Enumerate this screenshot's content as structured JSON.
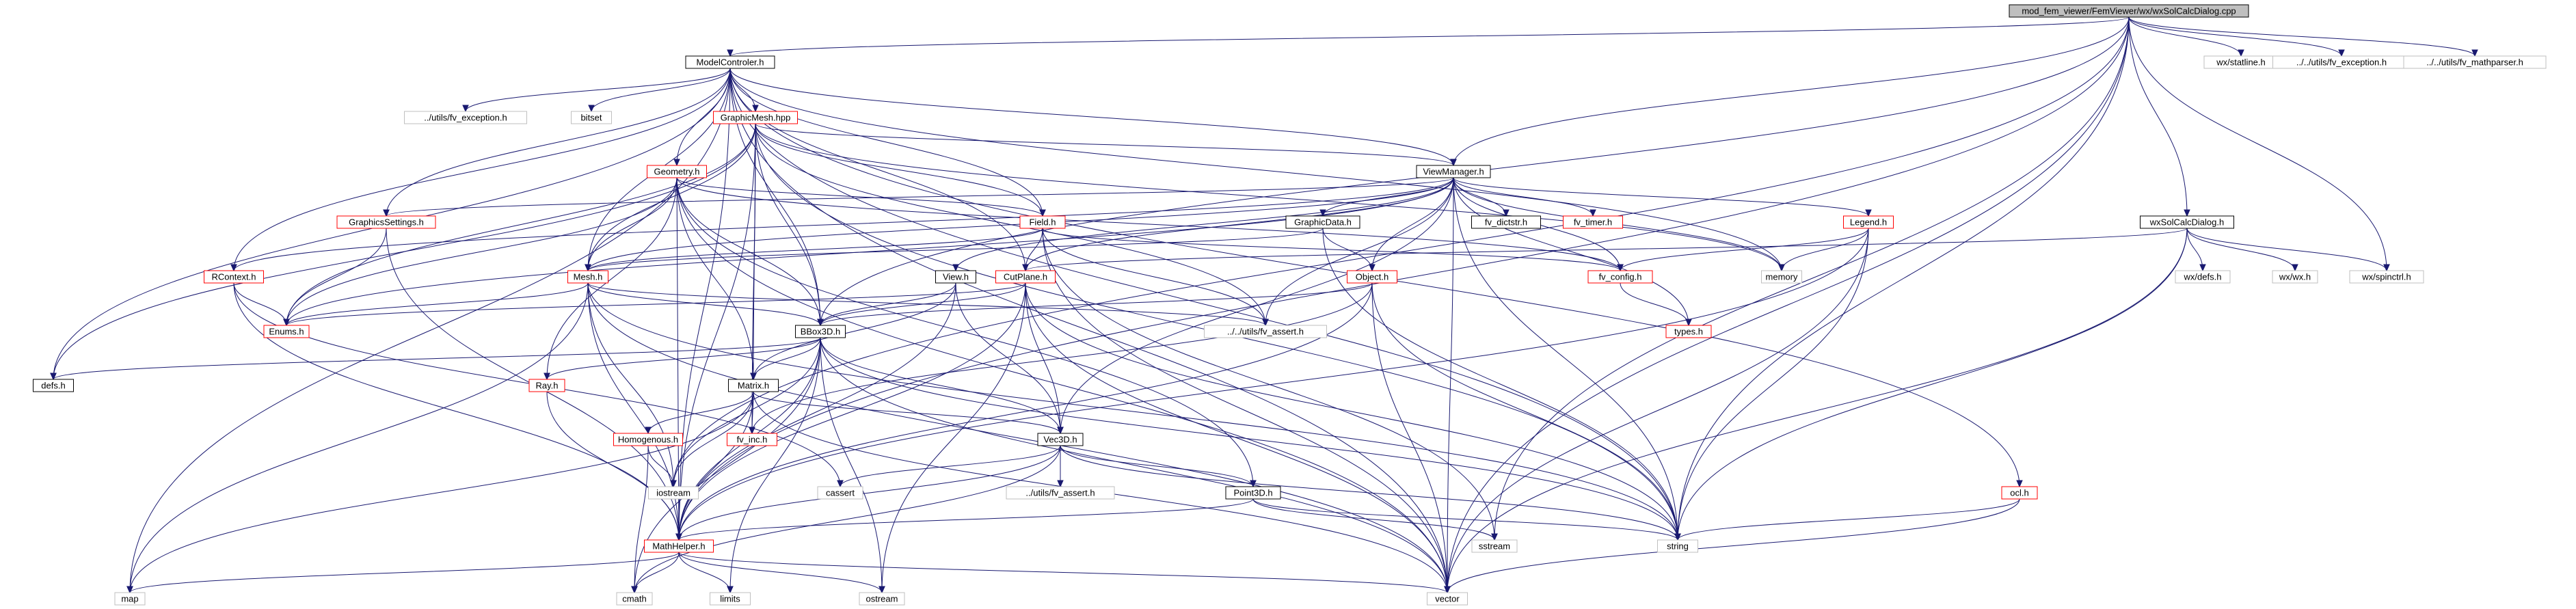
{
  "colors": {
    "edge": "#191970",
    "node_border_internal": "#000000",
    "node_border_linked": "#ff0000",
    "node_border_external": "#bfbfbf",
    "root_fill": "#bfbfbf"
  },
  "nodes": [
    {
      "id": "root",
      "label": "mod_fem_viewer/FemViewer/wx/wxSolCalcDialog.cpp",
      "kind": "root"
    },
    {
      "id": "modelcontroler",
      "label": "ModelControler.h",
      "kind": "internal"
    },
    {
      "id": "wxstatline",
      "label": "wx/statline.h",
      "kind": "external"
    },
    {
      "id": "fvexc_a",
      "label": "../../utils/fv_exception.h",
      "kind": "external"
    },
    {
      "id": "fvmath",
      "label": "../../utils/fv_mathparser.h",
      "kind": "external"
    },
    {
      "id": "graphicmesh",
      "label": "GraphicMesh.hpp",
      "kind": "linked"
    },
    {
      "id": "fvexc_b",
      "label": "../utils/fv_exception.h",
      "kind": "external"
    },
    {
      "id": "bitset",
      "label": "bitset",
      "kind": "external"
    },
    {
      "id": "viewmanager",
      "label": "ViewManager.h",
      "kind": "internal"
    },
    {
      "id": "wxsolcalc",
      "label": "wxSolCalcDialog.h",
      "kind": "internal"
    },
    {
      "id": "geometry",
      "label": "Geometry.h",
      "kind": "linked"
    },
    {
      "id": "graphicssettings",
      "label": "GraphicsSettings.h",
      "kind": "linked"
    },
    {
      "id": "field",
      "label": "Field.h",
      "kind": "linked"
    },
    {
      "id": "graphicdata",
      "label": "GraphicData.h",
      "kind": "internal"
    },
    {
      "id": "fvdictstr",
      "label": "fv_dictstr.h",
      "kind": "internal"
    },
    {
      "id": "fvtimer",
      "label": "fv_timer.h",
      "kind": "linked"
    },
    {
      "id": "legend",
      "label": "Legend.h",
      "kind": "linked"
    },
    {
      "id": "memory",
      "label": "memory",
      "kind": "external"
    },
    {
      "id": "wxdefs",
      "label": "wx/defs.h",
      "kind": "external"
    },
    {
      "id": "wxwx",
      "label": "wx/wx.h",
      "kind": "external"
    },
    {
      "id": "wxspin",
      "label": "wx/spinctrl.h",
      "kind": "external"
    },
    {
      "id": "rcontext",
      "label": "RContext.h",
      "kind": "linked"
    },
    {
      "id": "mesh",
      "label": "Mesh.h",
      "kind": "linked"
    },
    {
      "id": "view",
      "label": "View.h",
      "kind": "internal"
    },
    {
      "id": "cutplane",
      "label": "CutPlane.h",
      "kind": "linked"
    },
    {
      "id": "object",
      "label": "Object.h",
      "kind": "linked"
    },
    {
      "id": "fvconfig",
      "label": "fv_config.h",
      "kind": "linked"
    },
    {
      "id": "enums",
      "label": "Enums.h",
      "kind": "linked"
    },
    {
      "id": "bbox3d",
      "label": "BBox3D.h",
      "kind": "internal"
    },
    {
      "id": "fvasset_a",
      "label": "../../utils/fv_assert.h",
      "kind": "external"
    },
    {
      "id": "types",
      "label": "types.h",
      "kind": "linked"
    },
    {
      "id": "defs",
      "label": "defs.h",
      "kind": "internal"
    },
    {
      "id": "ray",
      "label": "Ray.h",
      "kind": "linked"
    },
    {
      "id": "matrix",
      "label": "Matrix.h",
      "kind": "internal"
    },
    {
      "id": "homogenous",
      "label": "Homogenous.h",
      "kind": "linked"
    },
    {
      "id": "fvinc",
      "label": "fv_inc.h",
      "kind": "linked"
    },
    {
      "id": "vec3d",
      "label": "Vec3D.h",
      "kind": "internal"
    },
    {
      "id": "iostream",
      "label": "iostream",
      "kind": "external"
    },
    {
      "id": "cassert",
      "label": "cassert",
      "kind": "external"
    },
    {
      "id": "fvasset_b",
      "label": "../utils/fv_assert.h",
      "kind": "external"
    },
    {
      "id": "point3d",
      "label": "Point3D.h",
      "kind": "internal"
    },
    {
      "id": "ocl",
      "label": "ocl.h",
      "kind": "linked"
    },
    {
      "id": "sstream",
      "label": "sstream",
      "kind": "external"
    },
    {
      "id": "string",
      "label": "string",
      "kind": "external"
    },
    {
      "id": "mathhelper",
      "label": "MathHelper.h",
      "kind": "linked"
    },
    {
      "id": "map",
      "label": "map",
      "kind": "external"
    },
    {
      "id": "cmath",
      "label": "cmath",
      "kind": "external"
    },
    {
      "id": "limits",
      "label": "limits",
      "kind": "external"
    },
    {
      "id": "ostream",
      "label": "ostream",
      "kind": "external"
    },
    {
      "id": "vector",
      "label": "vector",
      "kind": "external"
    }
  ],
  "edges": [
    [
      "root",
      "modelcontroler"
    ],
    [
      "root",
      "wxstatline"
    ],
    [
      "root",
      "fvexc_a"
    ],
    [
      "root",
      "fvmath"
    ],
    [
      "root",
      "viewmanager"
    ],
    [
      "root",
      "wxsolcalc"
    ],
    [
      "root",
      "bbox3d"
    ],
    [
      "root",
      "mathhelper"
    ],
    [
      "root",
      "sstream"
    ],
    [
      "root",
      "string"
    ],
    [
      "root",
      "wxspin"
    ],
    [
      "root",
      "vector"
    ],
    [
      "root",
      "iostream"
    ],
    [
      "modelcontroler",
      "graphicmesh"
    ],
    [
      "modelcontroler",
      "fvexc_b"
    ],
    [
      "modelcontroler",
      "bitset"
    ],
    [
      "modelcontroler",
      "viewmanager"
    ],
    [
      "modelcontroler",
      "geometry"
    ],
    [
      "modelcontroler",
      "graphicssettings"
    ],
    [
      "modelcontroler",
      "field"
    ],
    [
      "modelcontroler",
      "mesh"
    ],
    [
      "modelcontroler",
      "rcontext"
    ],
    [
      "modelcontroler",
      "defs"
    ],
    [
      "modelcontroler",
      "map"
    ],
    [
      "modelcontroler",
      "ocl"
    ],
    [
      "modelcontroler",
      "memory"
    ],
    [
      "modelcontroler",
      "vector"
    ],
    [
      "modelcontroler",
      "string"
    ],
    [
      "modelcontroler",
      "cutplane"
    ],
    [
      "modelcontroler",
      "bbox3d"
    ],
    [
      "modelcontroler",
      "mathhelper"
    ],
    [
      "graphicmesh",
      "viewmanager"
    ],
    [
      "graphicmesh",
      "mesh"
    ],
    [
      "graphicmesh",
      "field"
    ],
    [
      "graphicmesh",
      "matrix"
    ],
    [
      "graphicmesh",
      "fvinc"
    ],
    [
      "graphicmesh",
      "bbox3d"
    ],
    [
      "graphicmesh",
      "enums"
    ],
    [
      "graphicmesh",
      "defs"
    ],
    [
      "graphicmesh",
      "memory"
    ],
    [
      "graphicmesh",
      "string"
    ],
    [
      "graphicmesh",
      "mathhelper"
    ],
    [
      "graphicmesh",
      "fvasset_a"
    ],
    [
      "viewmanager",
      "graphicdata"
    ],
    [
      "viewmanager",
      "fvdictstr"
    ],
    [
      "viewmanager",
      "fvtimer"
    ],
    [
      "viewmanager",
      "legend"
    ],
    [
      "viewmanager",
      "fvconfig"
    ],
    [
      "viewmanager",
      "view"
    ],
    [
      "viewmanager",
      "object"
    ],
    [
      "viewmanager",
      "vec3d"
    ],
    [
      "viewmanager",
      "graphicssettings"
    ],
    [
      "viewmanager",
      "mesh"
    ],
    [
      "viewmanager",
      "rcontext"
    ],
    [
      "viewmanager",
      "enums"
    ],
    [
      "viewmanager",
      "string"
    ],
    [
      "viewmanager",
      "vector"
    ],
    [
      "viewmanager",
      "cutplane"
    ],
    [
      "viewmanager",
      "fvasset_a"
    ],
    [
      "viewmanager",
      "memory"
    ],
    [
      "viewmanager",
      "types"
    ],
    [
      "wxsolcalc",
      "wxdefs"
    ],
    [
      "wxsolcalc",
      "wxwx"
    ],
    [
      "wxsolcalc",
      "wxspin"
    ],
    [
      "wxsolcalc",
      "cutplane"
    ],
    [
      "wxsolcalc",
      "string"
    ],
    [
      "wxsolcalc",
      "vector"
    ],
    [
      "geometry",
      "mesh"
    ],
    [
      "geometry",
      "field"
    ],
    [
      "geometry",
      "bbox3d"
    ],
    [
      "geometry",
      "matrix"
    ],
    [
      "geometry",
      "ray"
    ],
    [
      "geometry",
      "enums"
    ],
    [
      "geometry",
      "mathhelper"
    ],
    [
      "geometry",
      "fvconfig"
    ],
    [
      "geometry",
      "point3d"
    ],
    [
      "geometry",
      "vector"
    ],
    [
      "graphicssettings",
      "enums"
    ],
    [
      "graphicssettings",
      "mathhelper"
    ],
    [
      "field",
      "cutplane"
    ],
    [
      "field",
      "mesh"
    ],
    [
      "field",
      "fvconfig"
    ],
    [
      "field",
      "sstream"
    ],
    [
      "field",
      "vector"
    ],
    [
      "field",
      "fvasset_a"
    ],
    [
      "graphicdata",
      "object"
    ],
    [
      "graphicdata",
      "mesh"
    ],
    [
      "graphicdata",
      "string"
    ],
    [
      "legend",
      "fvconfig"
    ],
    [
      "legend",
      "memory"
    ],
    [
      "legend",
      "string"
    ],
    [
      "legend",
      "vector"
    ],
    [
      "legend",
      "mathhelper"
    ],
    [
      "rcontext",
      "enums"
    ],
    [
      "rcontext",
      "mathhelper"
    ],
    [
      "rcontext",
      "cassert"
    ],
    [
      "mesh",
      "enums"
    ],
    [
      "mesh",
      "bbox3d"
    ],
    [
      "mesh",
      "fvasset_a"
    ],
    [
      "mesh",
      "iostream"
    ],
    [
      "mesh",
      "map"
    ],
    [
      "mesh",
      "string"
    ],
    [
      "mesh",
      "mathhelper"
    ],
    [
      "mesh",
      "vector"
    ],
    [
      "view",
      "bbox3d"
    ],
    [
      "view",
      "matrix"
    ],
    [
      "view",
      "vec3d"
    ],
    [
      "view",
      "mathhelper"
    ],
    [
      "cutplane",
      "bbox3d"
    ],
    [
      "cutplane",
      "enums"
    ],
    [
      "cutplane",
      "vec3d"
    ],
    [
      "cutplane",
      "mathhelper"
    ],
    [
      "cutplane",
      "vector"
    ],
    [
      "cutplane",
      "ostream"
    ],
    [
      "cutplane",
      "string"
    ],
    [
      "object",
      "bbox3d"
    ],
    [
      "object",
      "fvinc"
    ],
    [
      "object",
      "string"
    ],
    [
      "object",
      "vector"
    ],
    [
      "object",
      "mathhelper"
    ],
    [
      "fvconfig",
      "types"
    ],
    [
      "bbox3d",
      "defs"
    ],
    [
      "bbox3d",
      "ray"
    ],
    [
      "bbox3d",
      "matrix"
    ],
    [
      "bbox3d",
      "vec3d"
    ],
    [
      "bbox3d",
      "mathhelper"
    ],
    [
      "bbox3d",
      "limits"
    ],
    [
      "bbox3d",
      "ostream"
    ],
    [
      "bbox3d",
      "string"
    ],
    [
      "bbox3d",
      "vector"
    ],
    [
      "bbox3d",
      "cmath"
    ],
    [
      "bbox3d",
      "iostream"
    ],
    [
      "ray",
      "mathhelper"
    ],
    [
      "matrix",
      "homogenous"
    ],
    [
      "matrix",
      "fvinc"
    ],
    [
      "matrix",
      "vec3d"
    ],
    [
      "matrix",
      "iostream"
    ],
    [
      "matrix",
      "mathhelper"
    ],
    [
      "matrix",
      "map"
    ],
    [
      "matrix",
      "vector"
    ],
    [
      "homogenous",
      "iostream"
    ],
    [
      "homogenous",
      "cmath"
    ],
    [
      "vec3d",
      "cassert"
    ],
    [
      "vec3d",
      "fvasset_b"
    ],
    [
      "vec3d",
      "point3d"
    ],
    [
      "vec3d",
      "cmath"
    ],
    [
      "vec3d",
      "mathhelper"
    ],
    [
      "vec3d",
      "string"
    ],
    [
      "point3d",
      "mathhelper"
    ],
    [
      "point3d",
      "sstream"
    ],
    [
      "point3d",
      "string"
    ],
    [
      "ocl",
      "string"
    ],
    [
      "ocl",
      "vector"
    ],
    [
      "mathhelper",
      "map"
    ],
    [
      "mathhelper",
      "cmath"
    ],
    [
      "mathhelper",
      "limits"
    ],
    [
      "mathhelper",
      "ostream"
    ],
    [
      "mathhelper",
      "vector"
    ]
  ]
}
